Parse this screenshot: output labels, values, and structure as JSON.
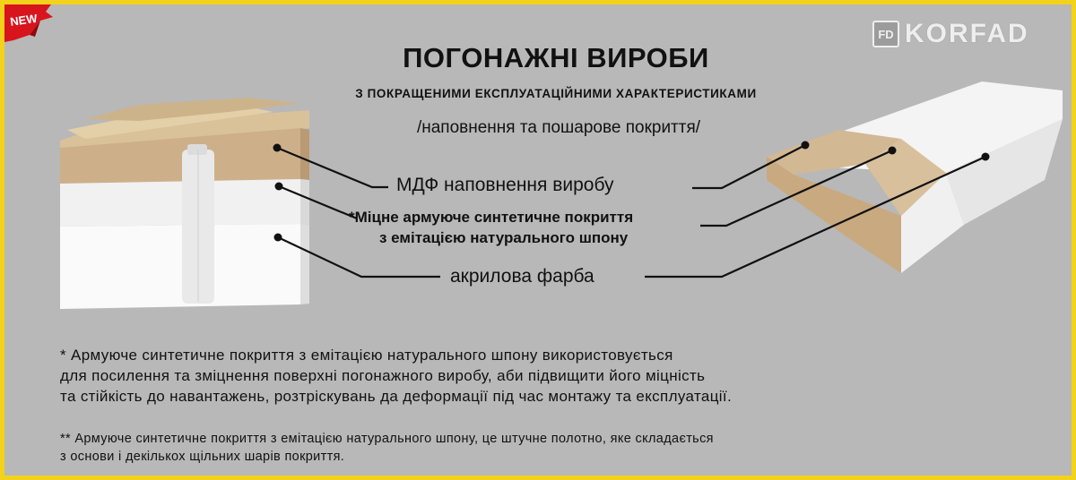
{
  "title": "ПОГОНАЖНІ ВИРОБИ",
  "subtitle": "З ПОКРАЩЕНИМИ ЕКСПЛУАТАЦІЙНИМИ ХАРАКТЕРИСТИКАМИ",
  "note": "/наповнення та пошарове покриття/",
  "labels": {
    "mdf": "МДФ наповнення виробу",
    "coating_line1": "*Міцне армуюче синтетичне покриття",
    "coating_line2": "з емітацією натурального шпону",
    "paint": "акрилова фарба"
  },
  "footnotes": {
    "f1_line1": "* Армуюче синтетичне покриття з емітацією натурального шпону використовується",
    "f1_line2": "для посилення та зміцнення поверхні погонажного виробу, аби підвищити його міцність",
    "f1_line3": "та стійкість до навантажень, розтріскувань да деформації під час монтажу та експлуатації.",
    "f2_line1": "** Армуюче синтетичне покриття з емітацією натурального шпону, це штучне полотно, яке складається",
    "f2_line2": "з основи і декількох щільних шарів покриття."
  },
  "badge": "NEW",
  "logo": {
    "mark": "FD",
    "text": "KORFAD"
  },
  "colors": {
    "background": "#b8b8b8",
    "border": "#f2d21a",
    "mdf": "#cdb08a",
    "white_layer": "#f3f3f3",
    "badge_red": "#d8141c"
  }
}
